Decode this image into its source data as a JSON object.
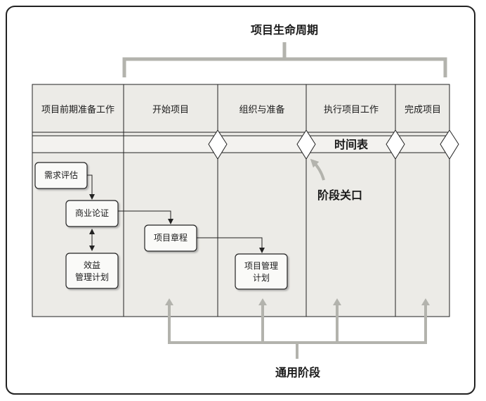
{
  "title": "项目生命周期",
  "phases": [
    "项目前期准备工作",
    "开始项目",
    "组织与准备",
    "执行项目工作",
    "完成项目"
  ],
  "timeline_label": "时间表",
  "gate_label": "阶段关口",
  "generic_phases_label": "通用阶段",
  "boxes": {
    "needs": "需求评估",
    "business_case": "商业论证",
    "benefits_line1": "效益",
    "benefits_line2": "管理计划",
    "charter": "项目章程",
    "pm_plan_line1": "项目管理",
    "pm_plan_line2": "计划"
  },
  "colors": {
    "bracket": "#b3b3ad",
    "panel": "#ecebe7",
    "line": "#222222"
  }
}
